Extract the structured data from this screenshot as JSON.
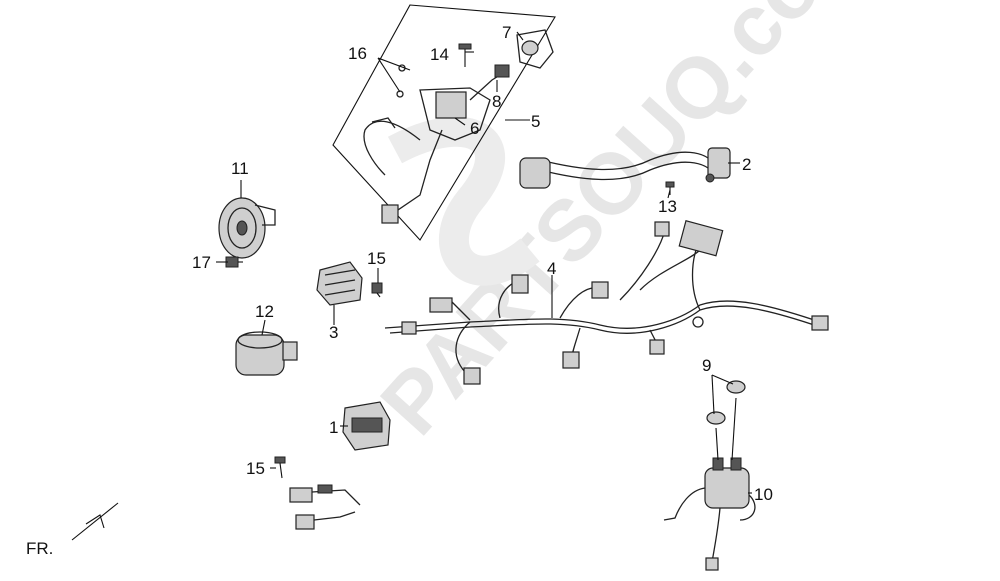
{
  "diagram": {
    "watermark": "PARTSOUQ.com",
    "orientation_label": "FR.",
    "callouts": [
      "1",
      "2",
      "3",
      "4",
      "5",
      "6",
      "7",
      "8",
      "9",
      "10",
      "11",
      "12",
      "13",
      "14",
      "15",
      "15",
      "16",
      "17"
    ]
  }
}
